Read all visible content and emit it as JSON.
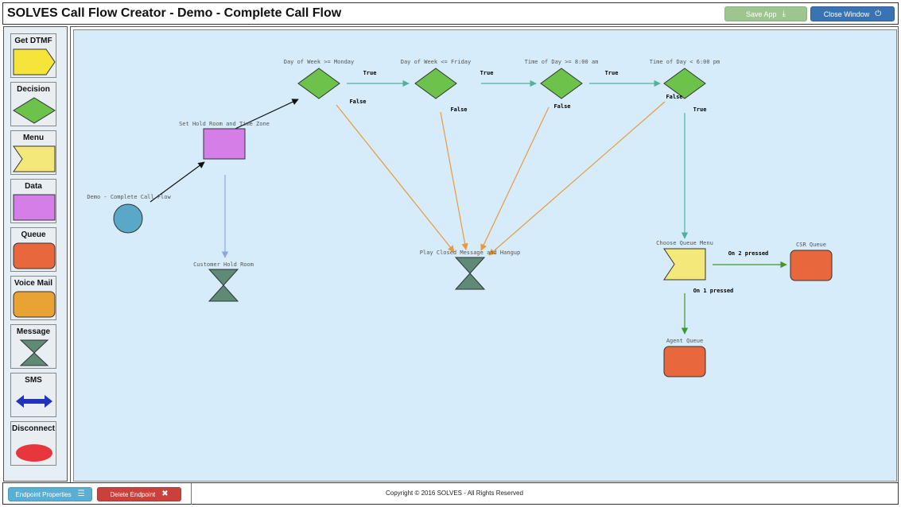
{
  "app": {
    "title": "SOLVES Call Flow Creator - Demo - Complete Call Flow"
  },
  "toolbar": {
    "save_label": "Save App",
    "save_icon": "download-icon",
    "close_label": "Close Window",
    "close_icon": "power-icon"
  },
  "palette": {
    "items": [
      {
        "label": "Get DTMF",
        "shape": "dtmf",
        "color": "#f5e53a"
      },
      {
        "label": "Decision",
        "shape": "diamond",
        "color": "#6cc24a"
      },
      {
        "label": "Menu",
        "shape": "menu",
        "color": "#f5e87a"
      },
      {
        "label": "Data",
        "shape": "rect",
        "color": "#d67ee8"
      },
      {
        "label": "Queue",
        "shape": "rounded",
        "color": "#e8673c"
      },
      {
        "label": "Voice Mail",
        "shape": "rounded",
        "color": "#e8a334"
      },
      {
        "label": "Message",
        "shape": "hourglass",
        "color": "#5e8a76"
      },
      {
        "label": "SMS",
        "shape": "arrow",
        "color": "#2233bb"
      },
      {
        "label": "Disconnect",
        "shape": "ellipse",
        "color": "#e8373c"
      }
    ]
  },
  "flow": {
    "nodes": {
      "start": {
        "label": "Demo - Complete Call Flow",
        "color": "#5aa8c8"
      },
      "setHold": {
        "label": "Set Hold Room and Time Zone",
        "color": "#d67ee8"
      },
      "holdRoom": {
        "label": "Customer Hold Room",
        "color": "#5e8a76"
      },
      "dow1": {
        "label": "Day of Week >= Monday",
        "color": "#6cc24a"
      },
      "dow2": {
        "label": "Day of Week <= Friday",
        "color": "#6cc24a"
      },
      "tod1": {
        "label": "Time of Day >= 8:00 am",
        "color": "#6cc24a"
      },
      "tod2": {
        "label": "Time of Day < 6:00 pm",
        "color": "#6cc24a"
      },
      "closed": {
        "label": "Play Closed Message and Hangup",
        "color": "#5e8a76"
      },
      "menu": {
        "label": "Choose Queue Menu",
        "color": "#f5e87a"
      },
      "csr": {
        "label": "CSR Queue",
        "color": "#e8673c"
      },
      "agent": {
        "label": "Agent Queue",
        "color": "#e8673c"
      }
    },
    "edge_labels": {
      "true": "True",
      "false": "False",
      "on2": "On 2 pressed",
      "on1": "On 1 pressed"
    },
    "colors": {
      "start_edge": "#111111",
      "true_edge": "#4fb39c",
      "false_edge": "#e89a3c",
      "hold_edge": "#8fa6e6",
      "menu_edge": "#3a9a2a"
    }
  },
  "bottom": {
    "endpoint_properties_label": "Endpoint Properties",
    "endpoint_properties_icon": "list-icon",
    "delete_endpoint_label": "Delete Endpoint",
    "delete_endpoint_icon": "close-icon",
    "copyright": "Copyright © 2016 SOLVES - All Rights Reserved"
  }
}
